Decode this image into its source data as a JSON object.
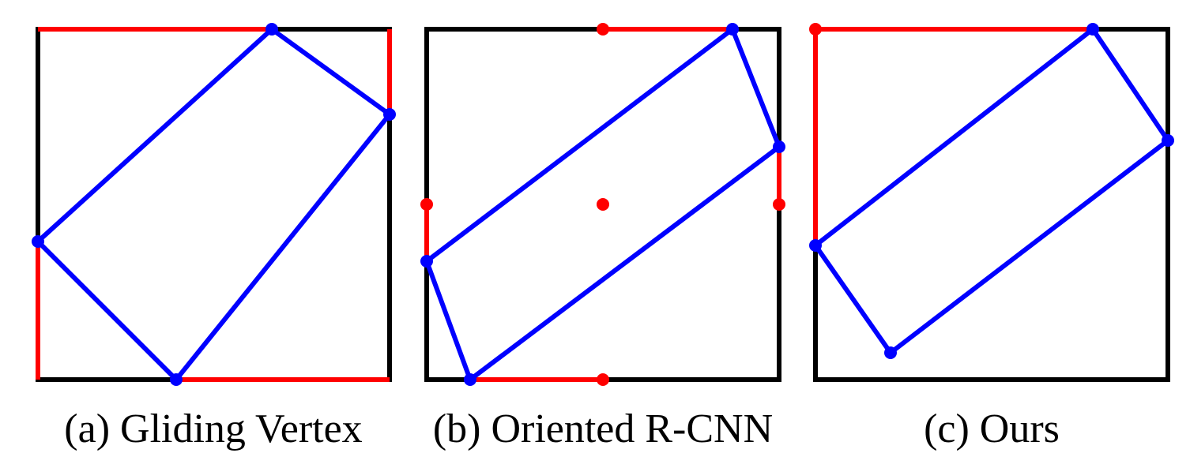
{
  "colors": {
    "box": "#000000",
    "highlight": "#ff0000",
    "polygon": "#0000ff",
    "background": "#ffffff"
  },
  "panels": [
    {
      "caption": "(a) Gliding Vertex"
    },
    {
      "caption": "(b) Oriented R-CNN"
    },
    {
      "caption": "(c) Ours"
    }
  ]
}
